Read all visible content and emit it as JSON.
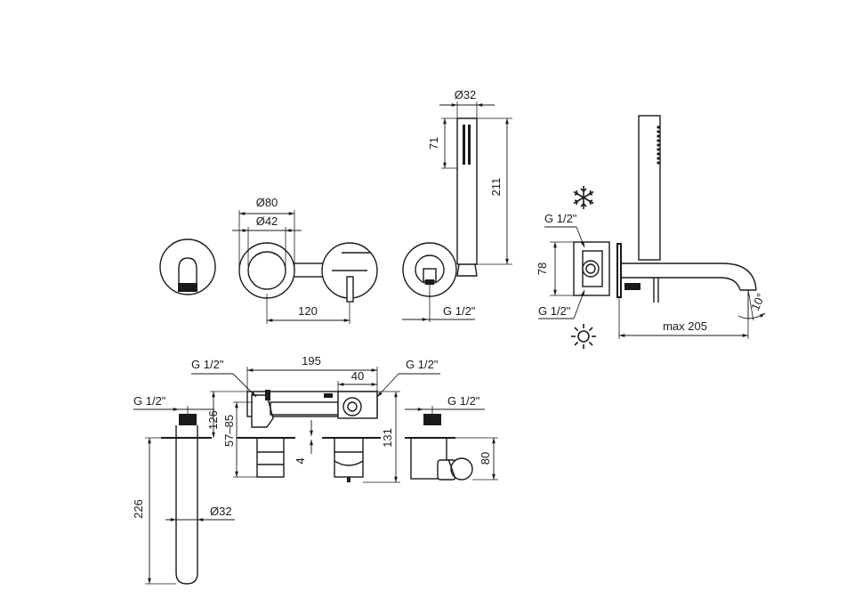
{
  "dims": {
    "d32_hand": "Ø32",
    "h71": "71",
    "h211": "211",
    "d80": "Ø80",
    "d42": "Ø42",
    "w120": "120",
    "g12_hand": "G 1/2\"",
    "g12_side_top": "G 1/2\"",
    "h78": "78",
    "g12_side_bottom": "G 1/2\"",
    "max205": "max 205",
    "angle10": "10°",
    "g12_plan_left": "G 1/2\"",
    "w195": "195",
    "w40": "40",
    "g12_plan_right": "G 1/2\"",
    "g12_spout": "G 1/2\"",
    "g12_holder": "G 1/2\"",
    "h126": "126",
    "range57_85": "57–85",
    "h131": "131",
    "h4": "4",
    "h80": "80",
    "h226": "226",
    "d32_spout": "Ø32"
  },
  "icons": {
    "cold": "snowflake-icon",
    "hot": "sun-icon"
  }
}
